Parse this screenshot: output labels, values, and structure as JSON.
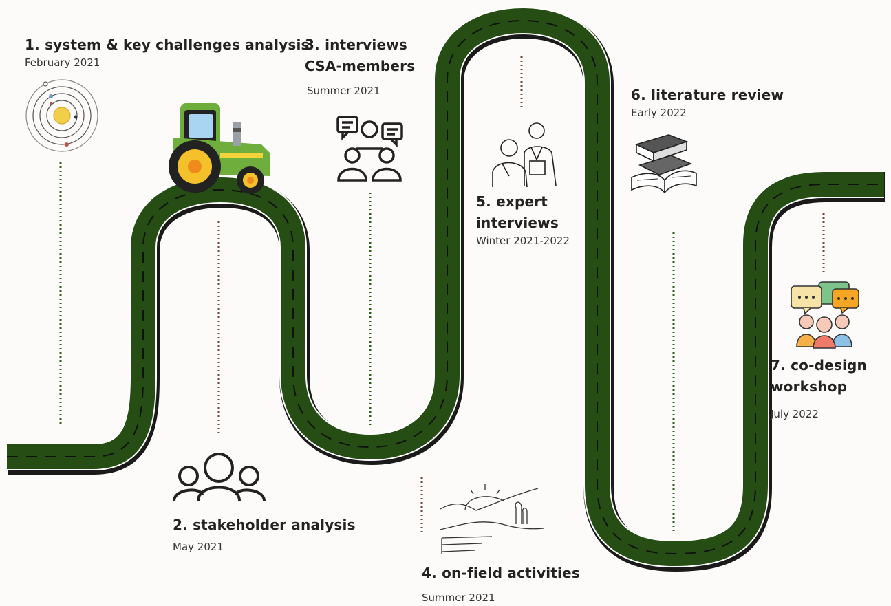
{
  "milestones": [
    {
      "title": "1. system & key challenges analysis",
      "date": "February 2021",
      "icon": "solar-system-icon"
    },
    {
      "title": "2. stakeholder analysis",
      "date": "May 2021",
      "icon": "people-group-icon"
    },
    {
      "title": "3. interviews CSA-members",
      "date": "Summer 2021",
      "icon": "conversation-icon"
    },
    {
      "title": "4. on-field activities",
      "date": "Summer 2021",
      "icon": "landscape-icon"
    },
    {
      "title": "5. expert interviews",
      "date": "Winter 2021-2022",
      "icon": "interview-icon"
    },
    {
      "title": "6. literature review",
      "date": "Early 2022",
      "icon": "books-icon"
    },
    {
      "title": "7. co-design workshop",
      "date": "July 2022",
      "icon": "chat-group-icon"
    }
  ],
  "colors": {
    "road": "#254d14",
    "road_outline": "#1a1a1a",
    "road_dash": "#111111",
    "connector_green": "#2e5e1e",
    "connector_brown": "#6b4a3a",
    "tractor_green": "#6fae3c",
    "tractor_dark": "#2f6b22",
    "wheel_yellow": "#f4c12b",
    "wheel_orange": "#f08a1c"
  }
}
